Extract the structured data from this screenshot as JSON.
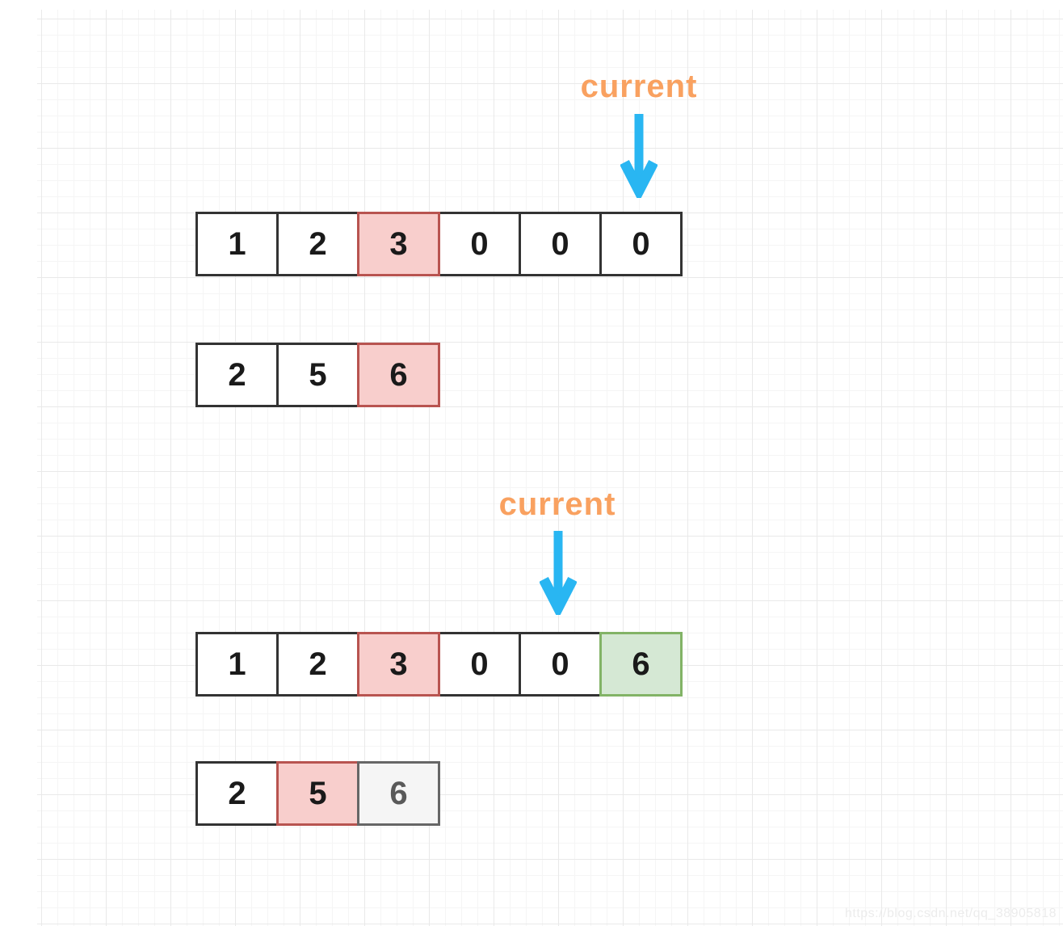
{
  "diagram": {
    "pointers": [
      {
        "label": "current"
      },
      {
        "label": "current"
      }
    ],
    "arrays": [
      {
        "name": "nums1-before",
        "cells": [
          {
            "value": "1",
            "highlight": "none"
          },
          {
            "value": "2",
            "highlight": "none"
          },
          {
            "value": "3",
            "highlight": "red"
          },
          {
            "value": "0",
            "highlight": "none"
          },
          {
            "value": "0",
            "highlight": "none"
          },
          {
            "value": "0",
            "highlight": "none"
          }
        ]
      },
      {
        "name": "nums2-before",
        "cells": [
          {
            "value": "2",
            "highlight": "none"
          },
          {
            "value": "5",
            "highlight": "none"
          },
          {
            "value": "6",
            "highlight": "red"
          }
        ]
      },
      {
        "name": "nums1-after",
        "cells": [
          {
            "value": "1",
            "highlight": "none"
          },
          {
            "value": "2",
            "highlight": "none"
          },
          {
            "value": "3",
            "highlight": "red"
          },
          {
            "value": "0",
            "highlight": "none"
          },
          {
            "value": "0",
            "highlight": "none"
          },
          {
            "value": "6",
            "highlight": "green"
          }
        ]
      },
      {
        "name": "nums2-after",
        "cells": [
          {
            "value": "2",
            "highlight": "none"
          },
          {
            "value": "5",
            "highlight": "red"
          },
          {
            "value": "6",
            "highlight": "gray"
          }
        ]
      }
    ],
    "watermark": "https://blog.csdn.net/qq_38905818",
    "colors": {
      "label_orange": "#f9a160",
      "arrow_cyan": "#29b6f2",
      "red_fill": "#f8cecc",
      "red_stroke": "#b85450",
      "green_fill": "#d5e8d4",
      "green_stroke": "#82b366",
      "gray_fill": "#f5f5f5",
      "gray_stroke": "#666666",
      "cell_stroke": "#333333",
      "grid_major": "#e9e9e9",
      "grid_minor": "#f5f5f5",
      "watermark_gray": "#ececec"
    }
  }
}
